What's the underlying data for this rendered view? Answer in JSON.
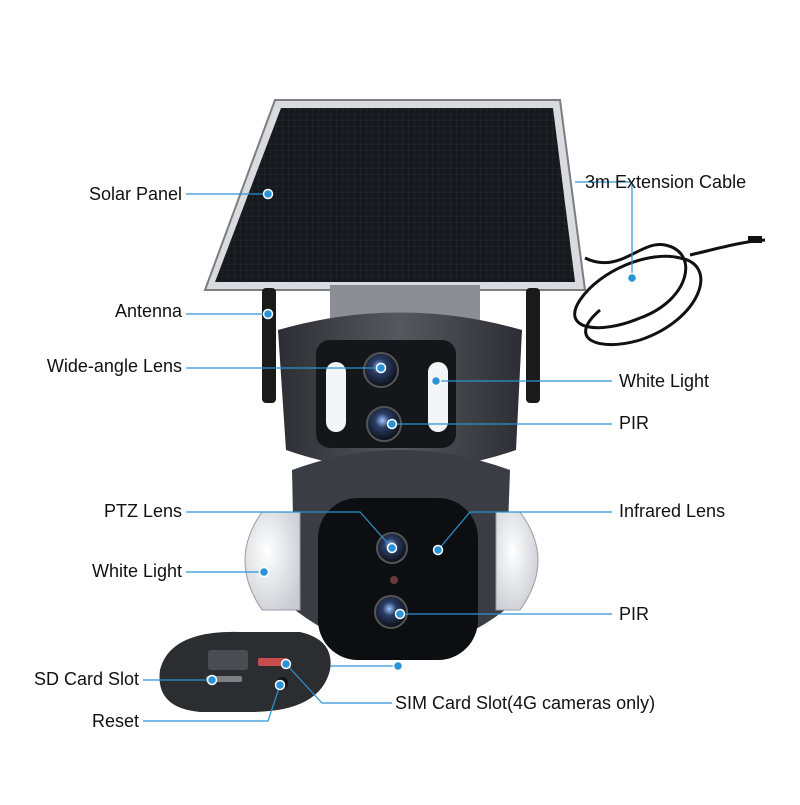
{
  "colors": {
    "leader": "#2a93d5",
    "dot": "#2a93d5",
    "body": "#3b3d42",
    "panel": "#1c1f24"
  },
  "labels": {
    "solar_panel": "Solar Panel",
    "extension_cable": "3m Extension Cable",
    "antenna": "Antenna",
    "wide_angle_lens": "Wide-angle Lens",
    "white_light_top": "White Light",
    "pir_top": "PIR",
    "ptz_lens": "PTZ Lens",
    "infrared_lens": "Infrared Lens",
    "white_light_side": "White Light",
    "pir_bottom": "PIR",
    "sd_card_slot": "SD Card Slot",
    "sim_card_slot": "SIM Card Slot(4G cameras only)",
    "reset": "Reset"
  }
}
